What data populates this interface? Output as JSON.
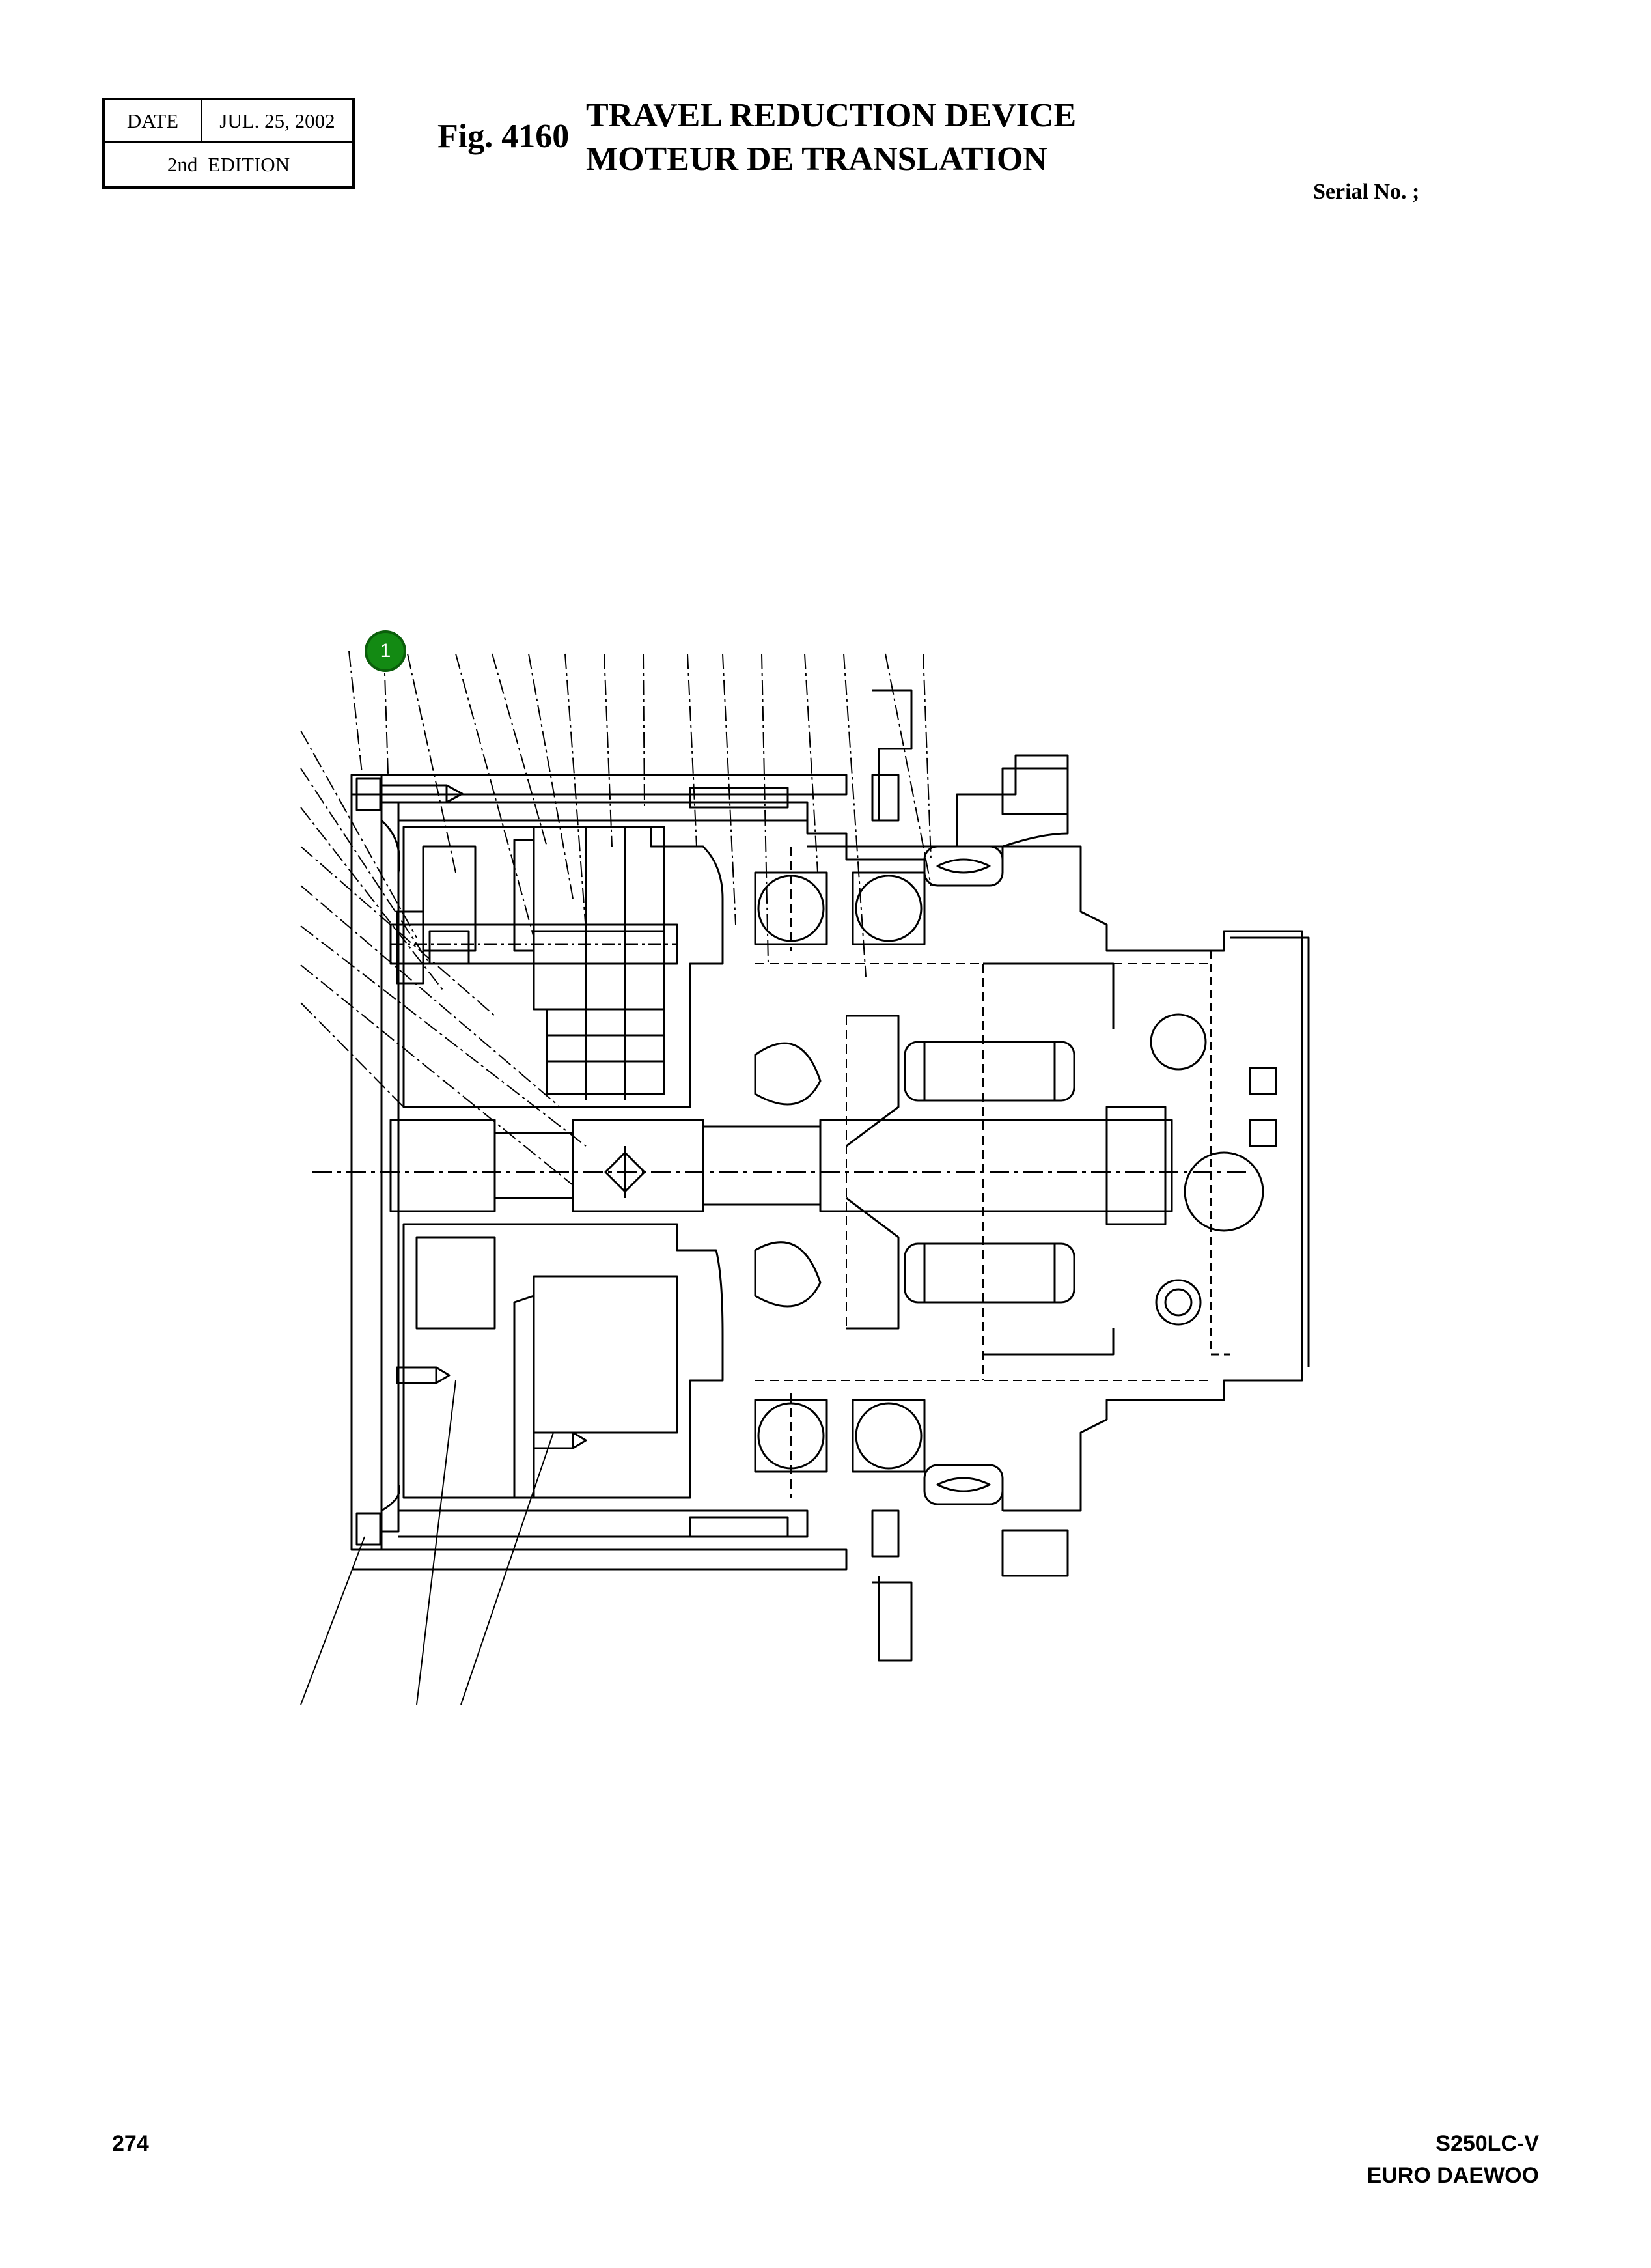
{
  "header": {
    "date_label": "DATE",
    "date_value": "JUL. 25, 2002",
    "edition_number": "2nd",
    "edition_label": "EDITION",
    "figure_number": "Fig. 4160",
    "title_en": "TRAVEL REDUCTION DEVICE",
    "title_fr": "MOTEUR DE TRANSLATION",
    "serial_label": "Serial No. ;"
  },
  "drawing": {
    "callouts": [
      {
        "label": "1",
        "color": "#138a13"
      }
    ]
  },
  "footer": {
    "page_number": "274",
    "model": "S250LC-V",
    "brand": "EURO DAEWOO"
  }
}
